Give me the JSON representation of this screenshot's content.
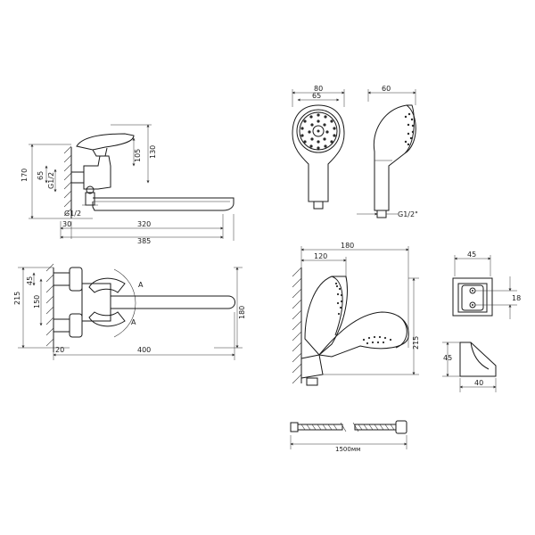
{
  "side_view": {
    "h170": "170",
    "h65": "65",
    "thread": "G1/2",
    "h105": "105",
    "h130": "130",
    "w30": "30",
    "w320": "320",
    "w385": "385"
  },
  "top_view": {
    "h215": "215",
    "h45": "45",
    "h150": "150",
    "h180": "180",
    "w20": "20",
    "w400": "400",
    "mark_a": "A"
  },
  "shower_head_front": {
    "d80": "80",
    "d65": "65"
  },
  "shower_head_side": {
    "w60": "60",
    "thread": "G1/2\""
  },
  "holder_assembly": {
    "w180": "180",
    "w120": "120",
    "h215": "215"
  },
  "bracket": {
    "w45": "45",
    "h18": "18",
    "h45": "45",
    "w40": "40"
  },
  "hose": {
    "length": "1500мм"
  }
}
